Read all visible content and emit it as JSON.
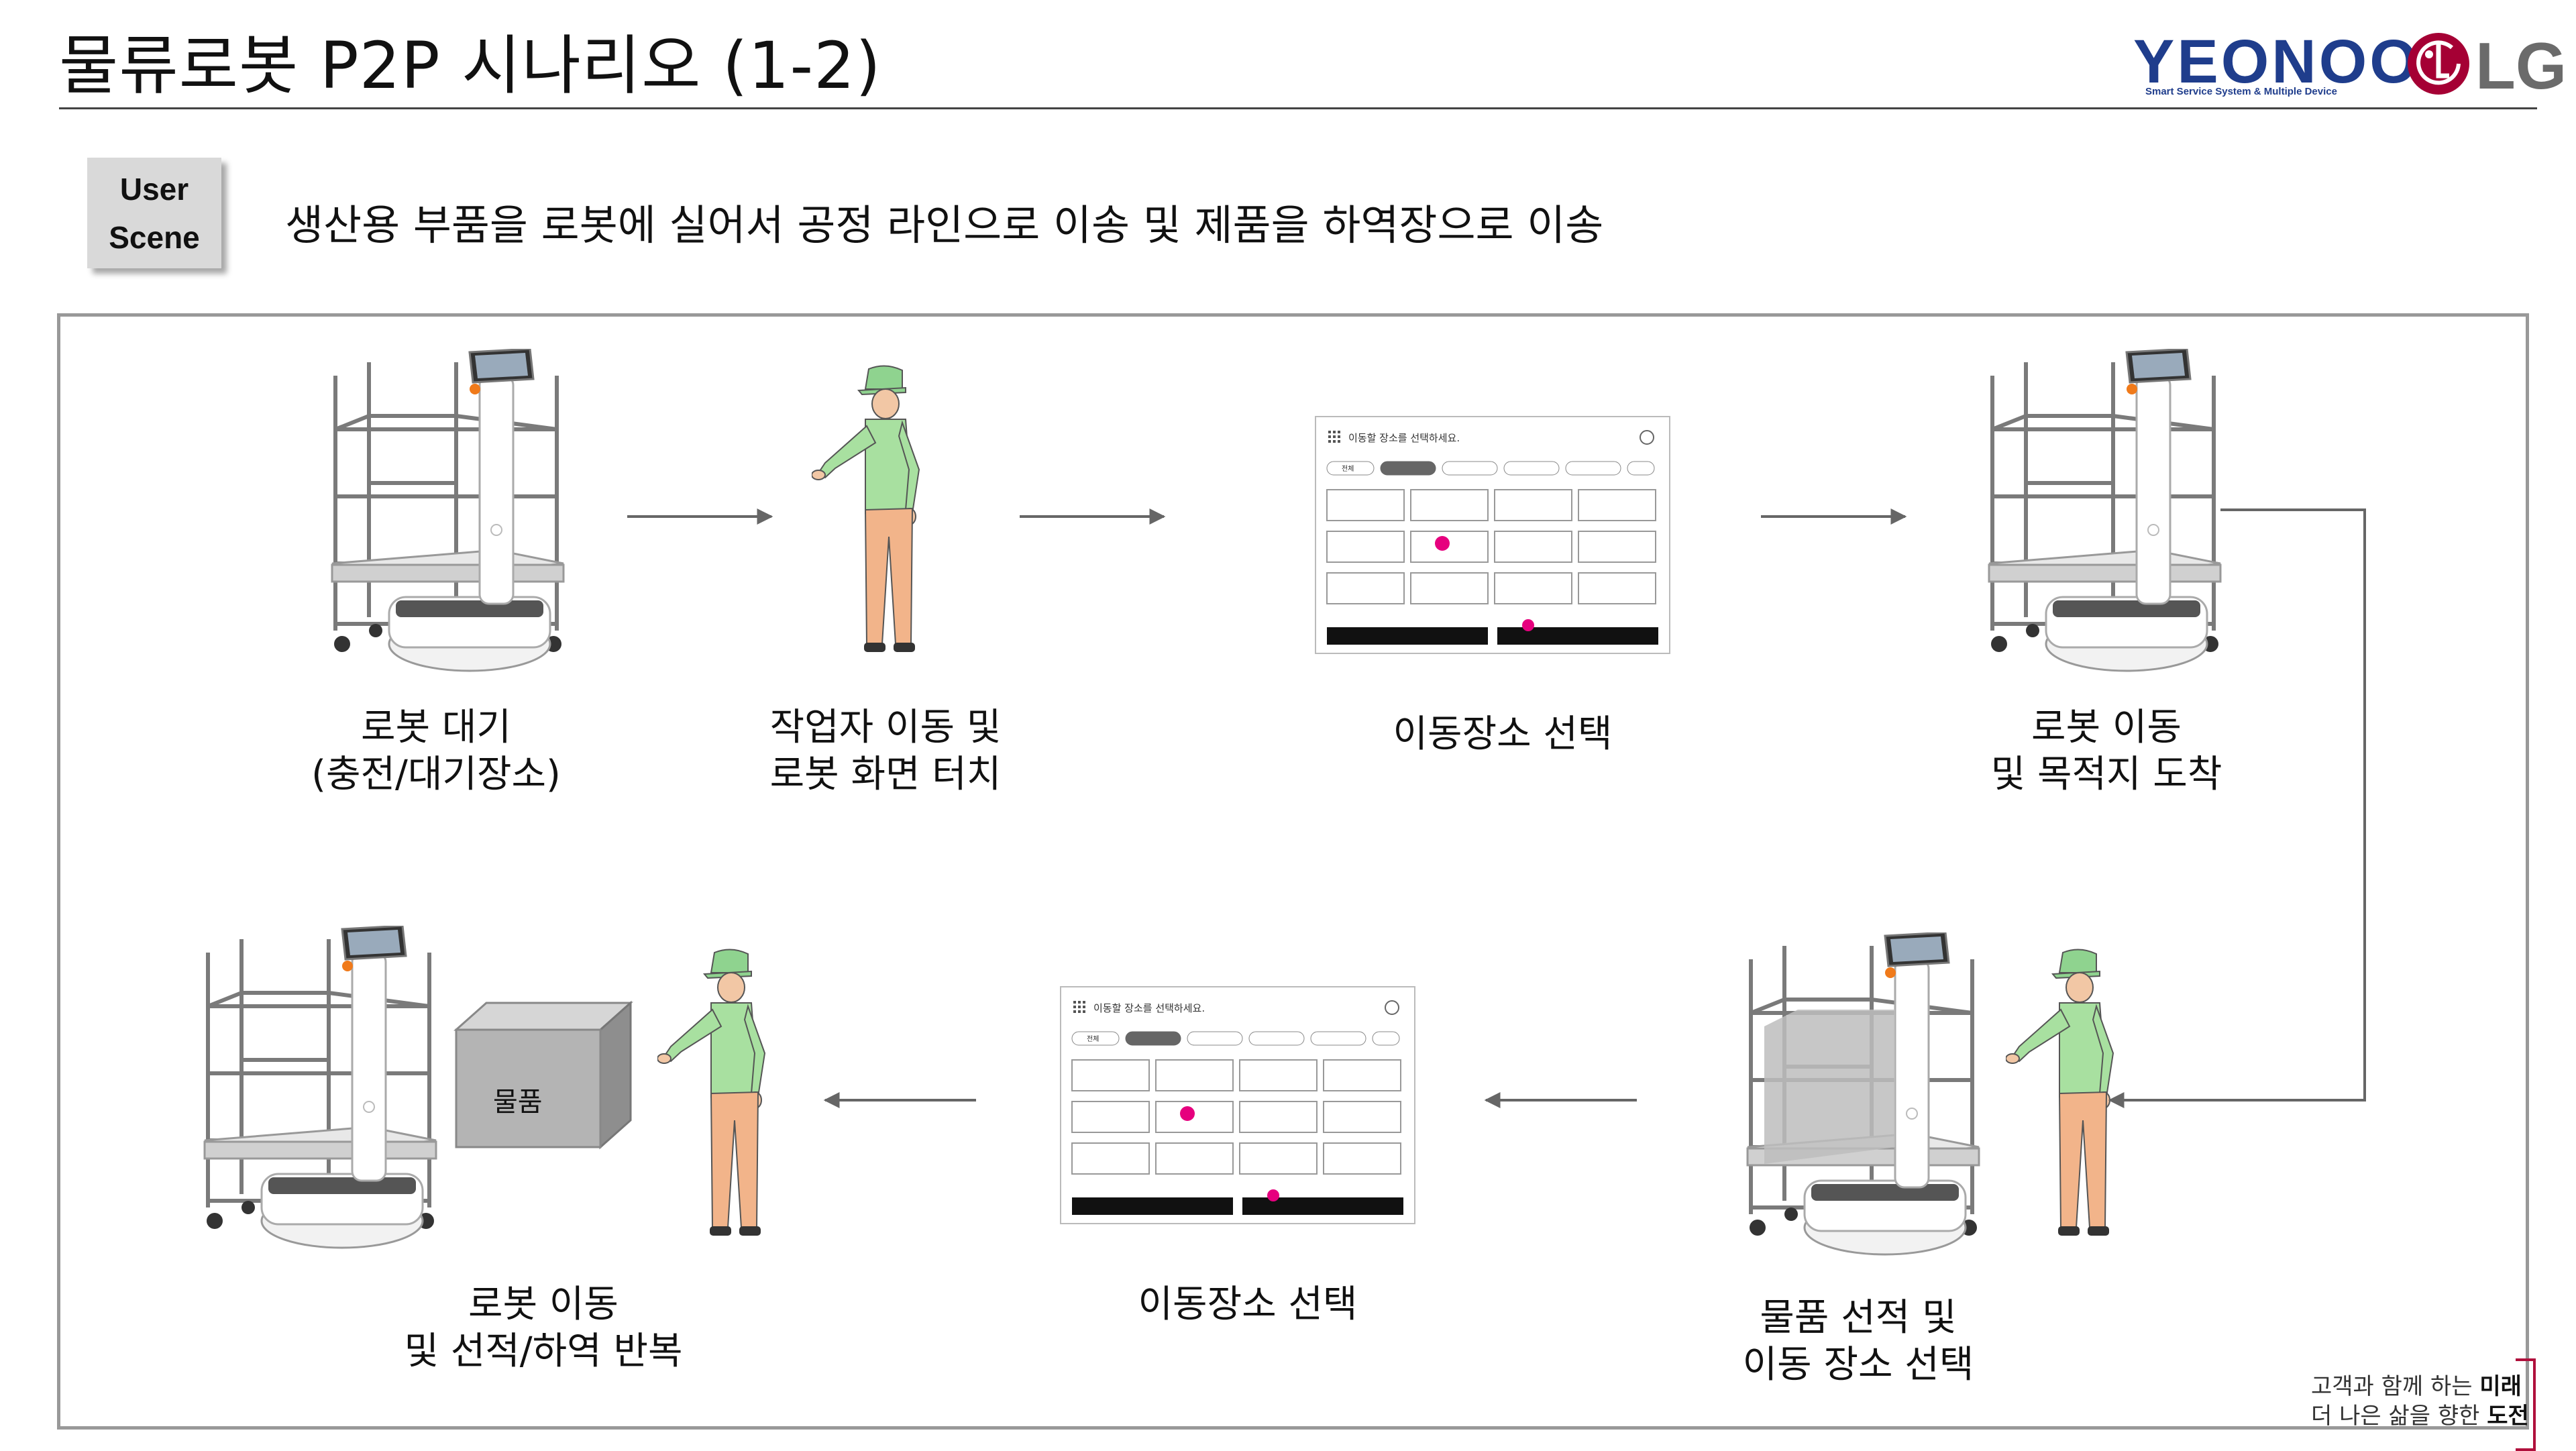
{
  "header": {
    "title": "물류로봇 P2P 시나리오 (1-2)",
    "brand_name": "YEONOO",
    "brand_tagline": "Smart Service System & Multiple Device",
    "partner_logo_text": "LG"
  },
  "user_scene": {
    "badge_line1": "User",
    "badge_line2": "Scene",
    "description": "생산용 부품을 로봇에 실어서 공정 라인으로 이송 및 제품을 하역장으로 이송"
  },
  "steps": [
    {
      "line1": "로봇 대기",
      "line2": "(충전/대기장소)"
    },
    {
      "line1": "작업자 이동 및",
      "line2": "로봇 화면 터치"
    },
    {
      "line1": "이동장소 선택",
      "line2": ""
    },
    {
      "line1": "로봇 이동",
      "line2": "및 목적지 도착"
    },
    {
      "line1": "물품 선적 및",
      "line2": "이동 장소 선택"
    },
    {
      "line1": "이동장소 선택",
      "line2": ""
    },
    {
      "line1": "로봇 이동",
      "line2": "및 선적/하역 반복"
    }
  ],
  "screen": {
    "title": "이동할 장소를 선택하세요.",
    "tabs": [
      "전체",
      "",
      "",
      "",
      "",
      ""
    ],
    "grid_cell_text": "",
    "btn_left": "",
    "btn_right": ""
  },
  "cargo_label": "물품",
  "footer": {
    "slogan_line1_prefix": "고객과 함께 하는 ",
    "slogan_line1_bold": "미래",
    "slogan_line2_prefix": "더 나은 삶을 향한 ",
    "slogan_line2_bold": "도전"
  },
  "colors": {
    "brand_blue": "#1f3d8c",
    "lg_red": "#a50034",
    "touch_pink": "#e6007e",
    "frame_gray": "#999999",
    "worker_shirt": "#a8e0a0",
    "worker_pants": "#f2b48a"
  }
}
